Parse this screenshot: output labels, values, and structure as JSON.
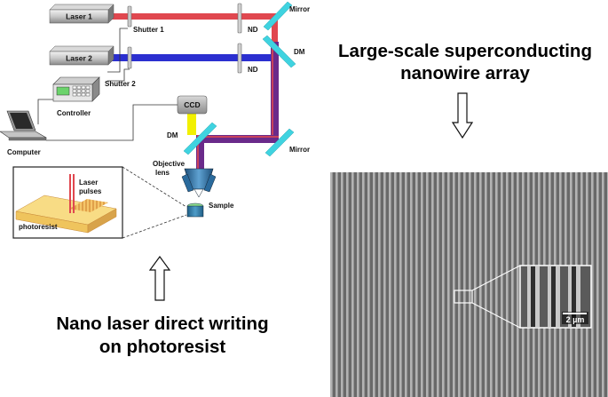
{
  "setup": {
    "laser1": "Laser 1",
    "laser2": "Laser 2",
    "shutter1": "Shutter 1",
    "shutter2": "Shutter 2",
    "nd1": "ND",
    "nd2": "ND",
    "mirror_top": "Mirror",
    "dm_right": "DM",
    "mirror_bottom": "Mirror",
    "controller": "Controller",
    "computer": "Computer",
    "ccd": "CCD",
    "dm_left": "DM",
    "objective_line1": "Objective",
    "objective_line2": "lens",
    "sample": "Sample"
  },
  "inset": {
    "laser_line1": "Laser",
    "laser_line2": "pulses",
    "photoresist": "photoresist"
  },
  "captions": {
    "writing_line1": "Nano laser direct writing",
    "writing_line2": "on photoresist",
    "array_line1": "Large-scale superconducting",
    "array_line2": "nanowire array"
  },
  "micrograph": {
    "scale_bar": "2 µm"
  },
  "colors": {
    "laser1_beam": "#e0474f",
    "laser2_beam": "#2b2fd0",
    "combined_beam": "#6a2a8a",
    "mirror": "#3fd3e0",
    "ccd_beam": "#f2f000",
    "photoresist": "#f3d27a"
  }
}
